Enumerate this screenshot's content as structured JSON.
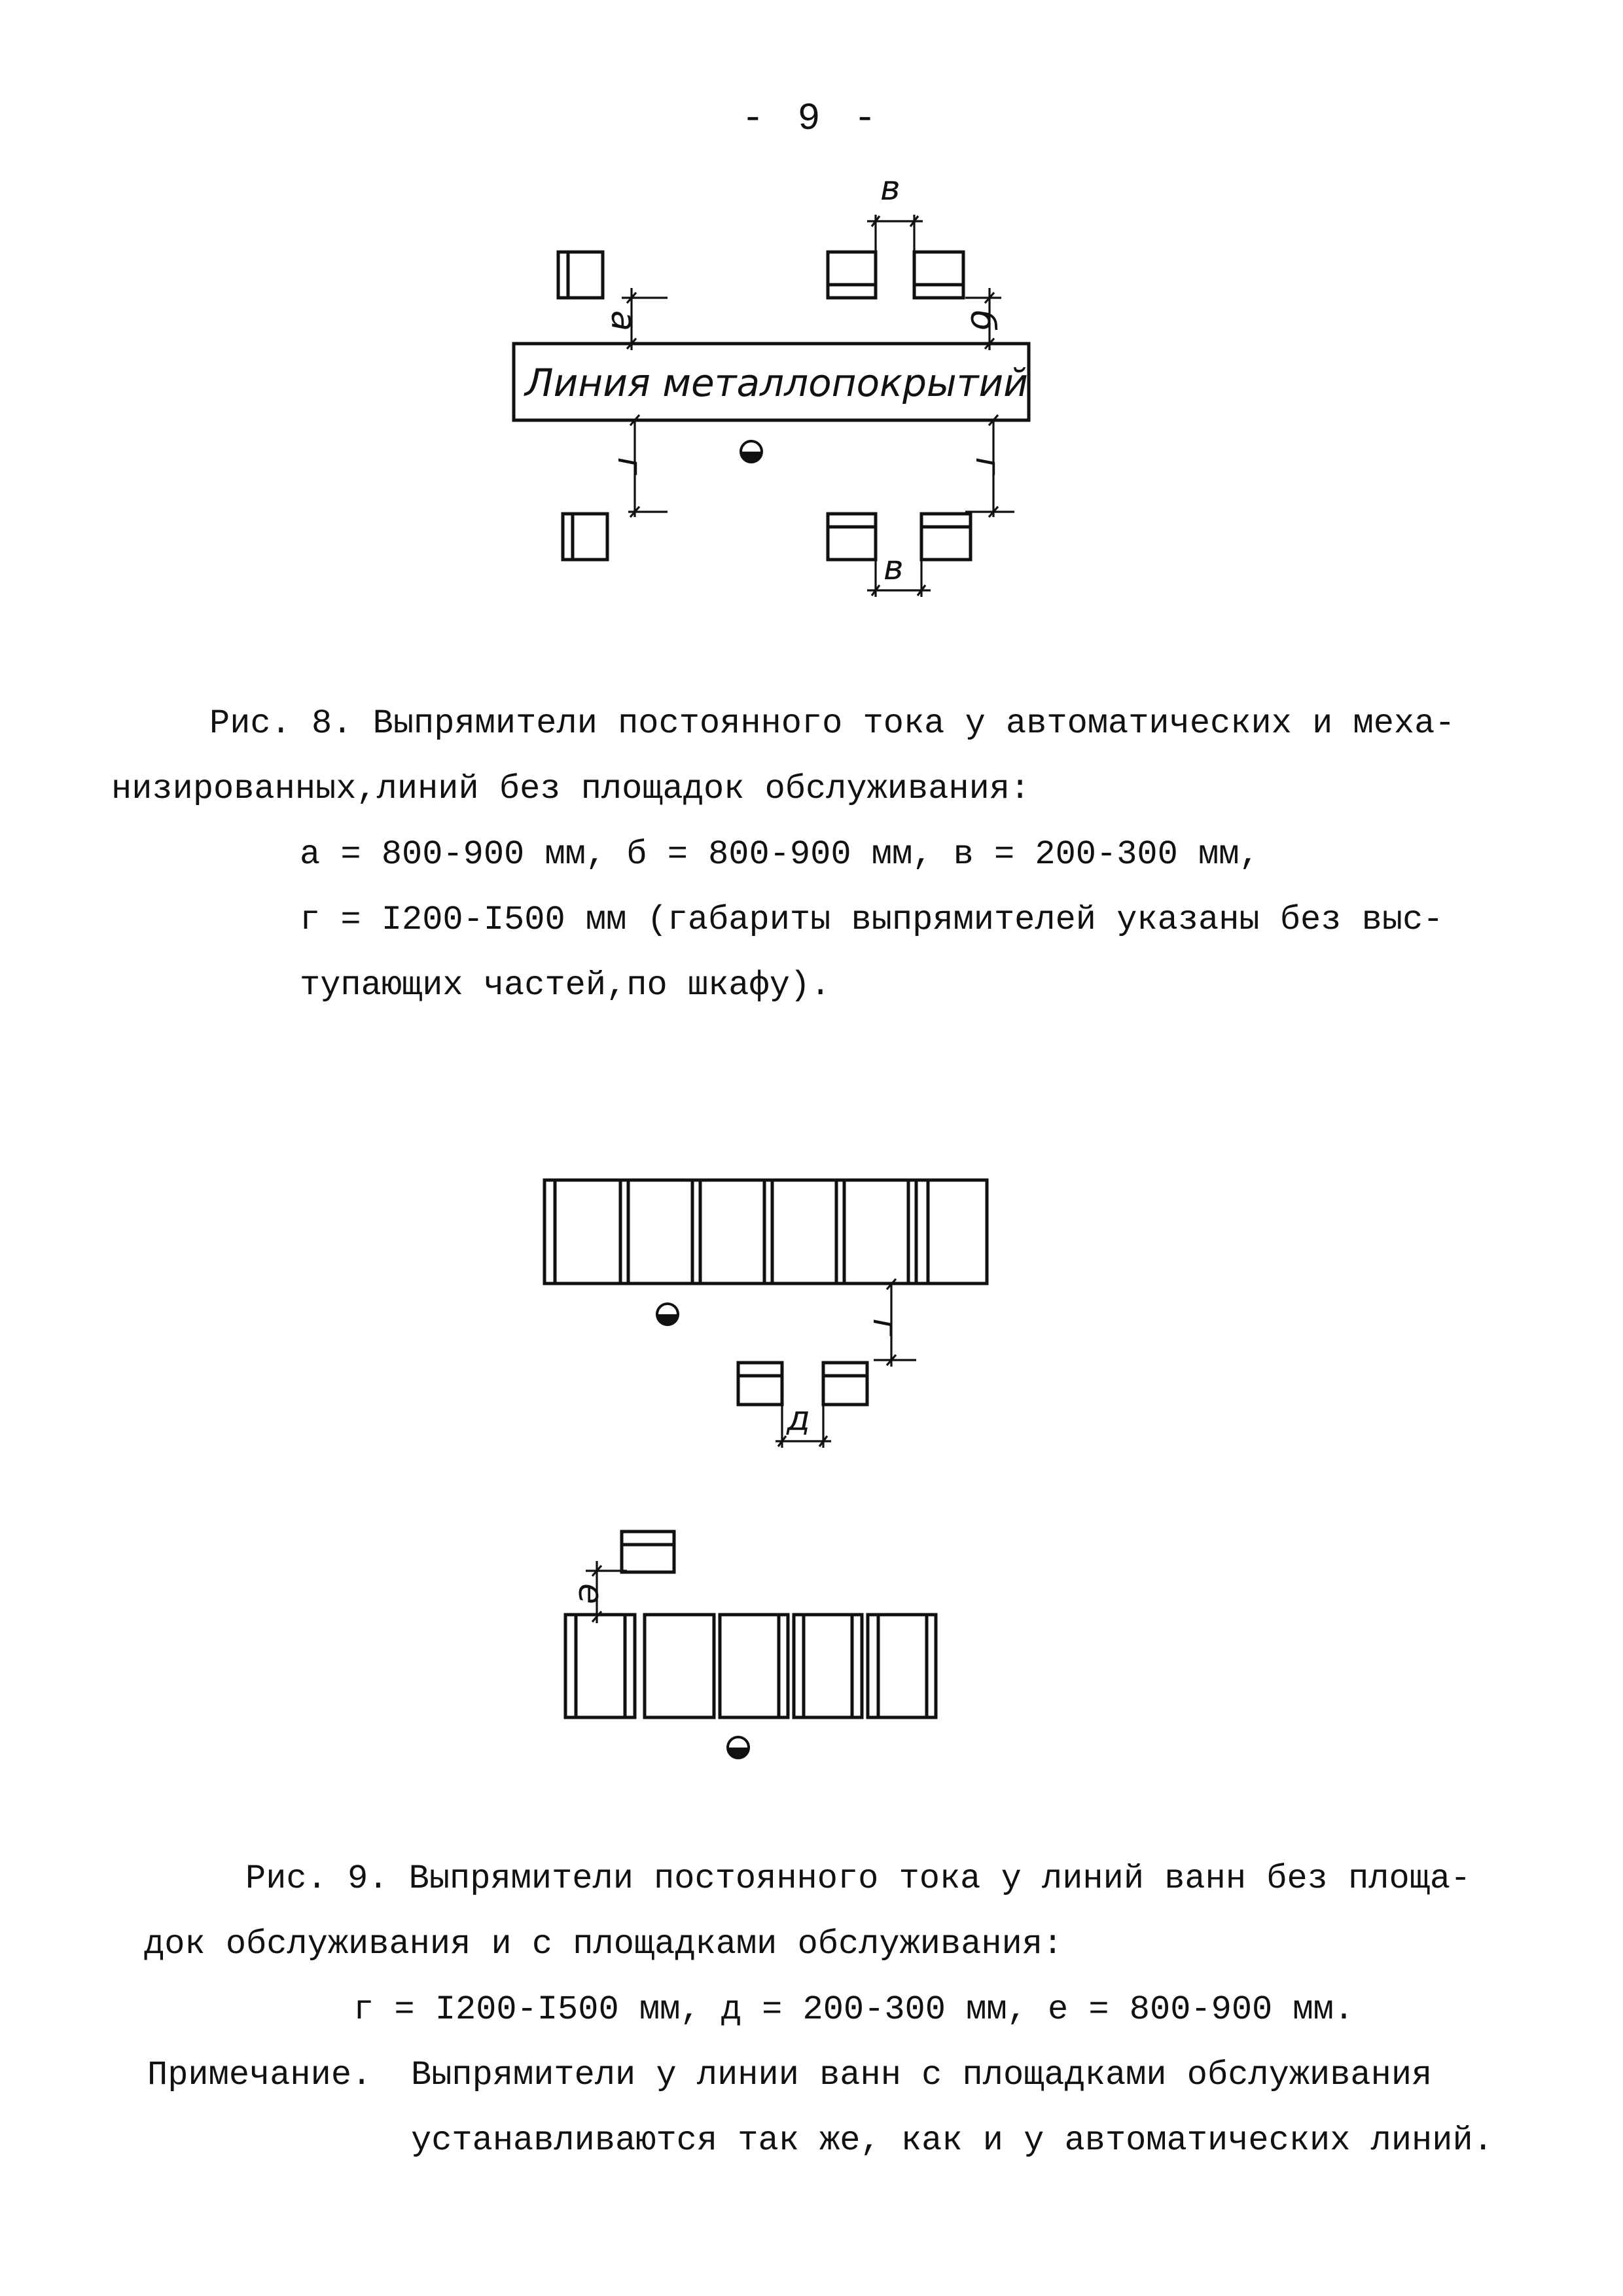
{
  "page": {
    "number": "- 9 -"
  },
  "figure8": {
    "line_label": "Линия металлопокрытий",
    "dim_labels": {
      "a": "а",
      "b": "б",
      "v": "в",
      "g": "г"
    },
    "caption": {
      "line1": "Рис. 8. Выпрямители постоянного тока у автоматических и меха-",
      "line2": "низированных,линий без площадок обслуживания:",
      "line3": "а = 800-900 мм, б = 800-900 мм, в = 200-300 мм,",
      "line4": "г = I200-I500 мм (габариты выпрямителей указаны без выс-",
      "line5": "тупающих частей,по шкафу)."
    }
  },
  "figure9": {
    "dim_labels": {
      "g": "г",
      "d": "д",
      "e": "е"
    },
    "caption": {
      "line1": "Рис. 9. Выпрямители постоянного тока у линий ванн без площа-",
      "line2": "док обслуживания и с площадками обслуживания:",
      "line3": "г = I200-I500 мм, д = 200-300 мм, е = 800-900 мм.",
      "note_label": "Примечание.",
      "note_line1": "Выпрямители у линии ванн с площадками обслуживания",
      "note_line2": "устанавливаются так же, как и у автоматических линий."
    }
  }
}
